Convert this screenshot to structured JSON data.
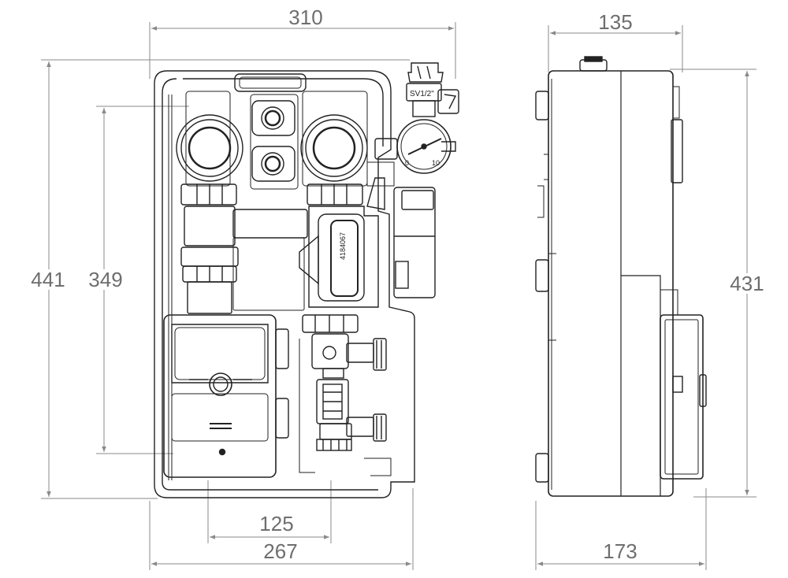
{
  "dimensions": {
    "front_total_width": "310",
    "front_body_width": "267",
    "front_pipe_spacing": "125",
    "front_total_height": "441",
    "front_inner_height": "349",
    "side_body_depth": "135",
    "side_total_depth": "173",
    "side_height": "431"
  },
  "component_labels": {
    "safety_valve": "SV1/2\"",
    "gauge_min": "0",
    "gauge_max": "10",
    "pump_code": "4184067"
  },
  "colors": {
    "line": "#222222",
    "dim_line": "#8a8a8a",
    "dim_text": "#6e6e6e",
    "background": "#ffffff"
  }
}
